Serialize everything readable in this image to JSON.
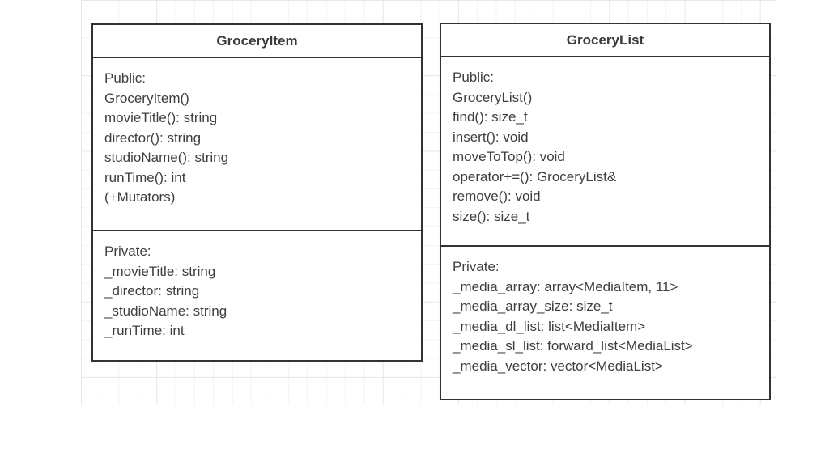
{
  "diagram": {
    "colors": {
      "border": "#333333",
      "text": "#3e3e3e",
      "background": "#ffffff",
      "grid_line": "#e7e7e7"
    },
    "classes": [
      {
        "name": "GroceryItem",
        "sections": [
          {
            "lines": [
              "Public:",
              "GroceryItem()",
              "movieTitle(): string",
              "director(): string",
              "studioName(): string",
              "runTime(): int",
              "(+Mutators)"
            ]
          },
          {
            "lines": [
              "Private:",
              "_movieTitle: string",
              "_director: string",
              "_studioName: string",
              "_runTime: int"
            ]
          }
        ]
      },
      {
        "name": "GroceryList",
        "sections": [
          {
            "lines": [
              "Public:",
              "GroceryList()",
              "find(): size_t",
              "insert(): void",
              "moveToTop(): void",
              "operator+=(): GroceryList&",
              "remove(): void",
              "size(): size_t"
            ]
          },
          {
            "lines": [
              "Private:",
              "_media_array: array<MediaItem, 11>",
              "_media_array_size: size_t",
              "_media_dl_list: list<MediaItem>",
              "_media_sl_list: forward_list<MediaList>",
              "_media_vector: vector<MediaList>"
            ]
          }
        ]
      }
    ]
  }
}
